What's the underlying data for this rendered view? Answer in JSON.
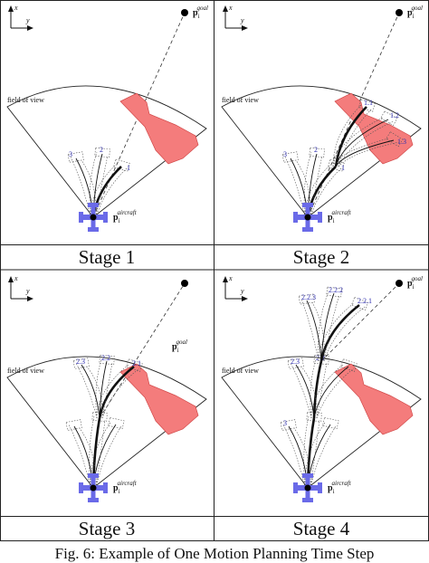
{
  "figure": {
    "caption": "Fig. 6: Example of One Motion Planning Time Step",
    "axis_x_label": "x",
    "axis_y_label": "y",
    "fov_label": "field of view",
    "goal_label_main": "p",
    "goal_label_sub": "i",
    "goal_label_sup": "goal",
    "aircraft_label_main": "p",
    "aircraft_label_sub": "i",
    "aircraft_label_sup": "aircraft",
    "colors": {
      "obstacle_fill": "#f47c7c",
      "obstacle_stroke": "#d24a4a",
      "aircraft": "#6a6ae8",
      "label_blue": "#2f2fb0"
    },
    "panels": [
      {
        "stage_label": "Stage 1",
        "labels": [
          "1",
          "2",
          "3"
        ]
      },
      {
        "stage_label": "Stage 2",
        "labels": [
          "1",
          "2",
          "3",
          "1.1",
          "1.2",
          "1.3"
        ]
      },
      {
        "stage_label": "Stage 3",
        "labels": [
          "2.1",
          "2.2",
          "2.3"
        ]
      },
      {
        "stage_label": "Stage 4",
        "labels": [
          "2.2.1",
          "2.2.2",
          "2.2.3",
          "2.2",
          "2.3",
          "3"
        ]
      }
    ]
  }
}
